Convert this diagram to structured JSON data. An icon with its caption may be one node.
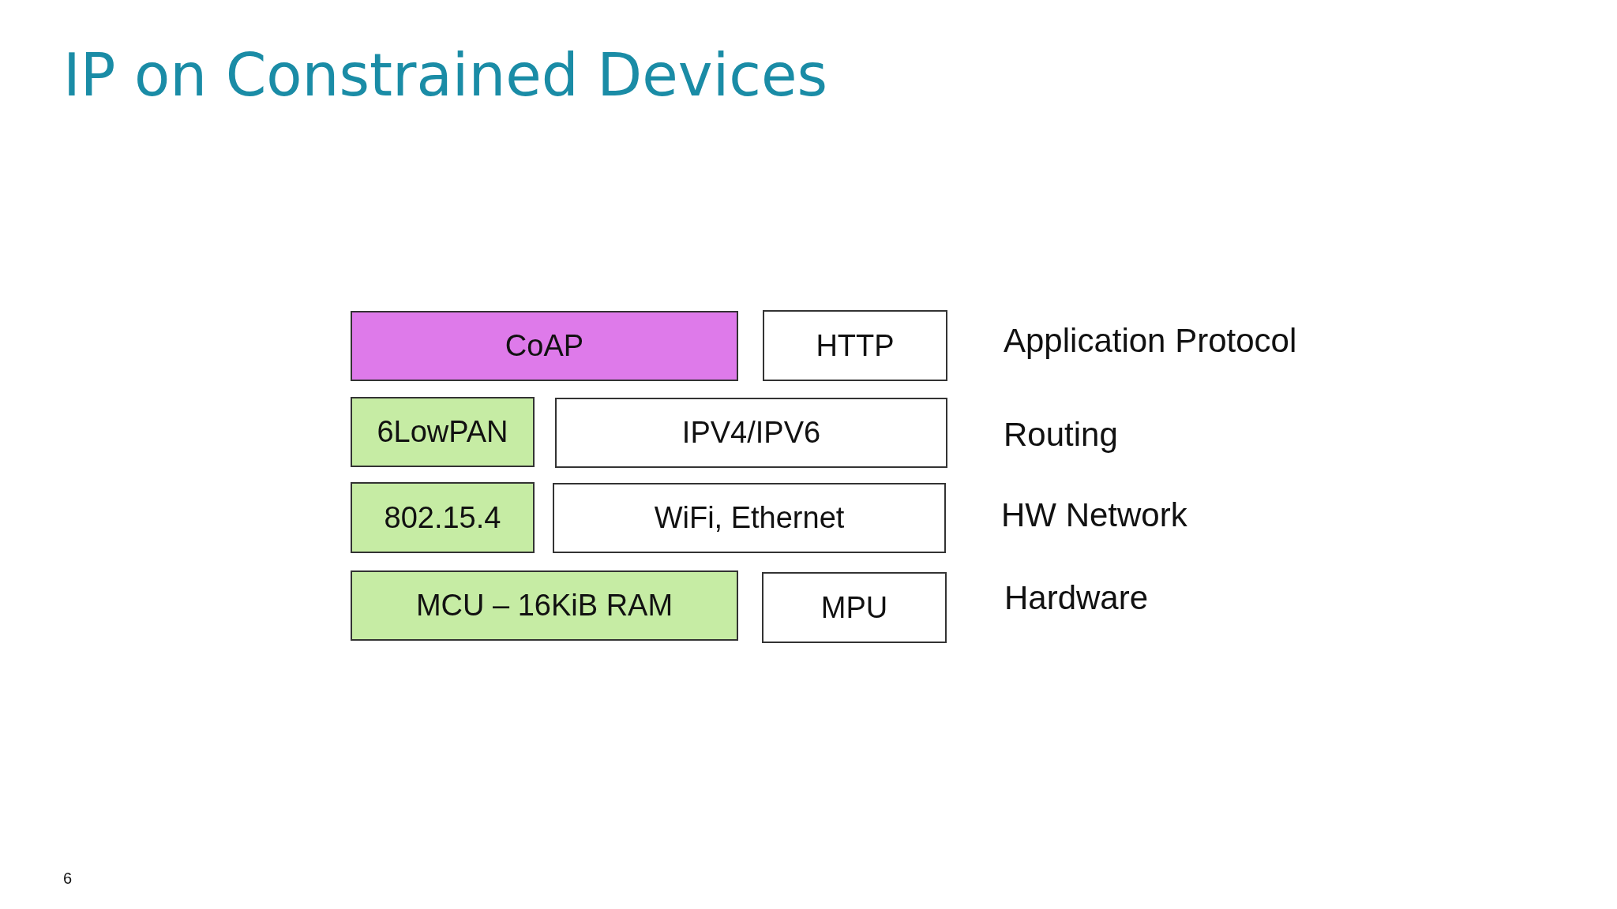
{
  "diagram": {
    "title": "IP on Constrained Devices",
    "nodes": [
      {
        "text": [
          "CoAP"
        ]
      },
      {
        "text": [
          "HTTP"
        ]
      },
      {
        "text": [
          "6LowPAN"
        ]
      },
      {
        "text": [
          "IPV4/IPV6"
        ]
      },
      {
        "text": [
          "802.15.4"
        ]
      },
      {
        "text": [
          "WiFi, Ethernet"
        ]
      },
      {
        "text": [
          "MCU – 16KiB RAM"
        ]
      },
      {
        "text": [
          "MPU"
        ]
      }
    ],
    "labels": [
      "Application Protocol",
      "Routing",
      "HW Network",
      "Hardware",
      "6"
    ]
  }
}
